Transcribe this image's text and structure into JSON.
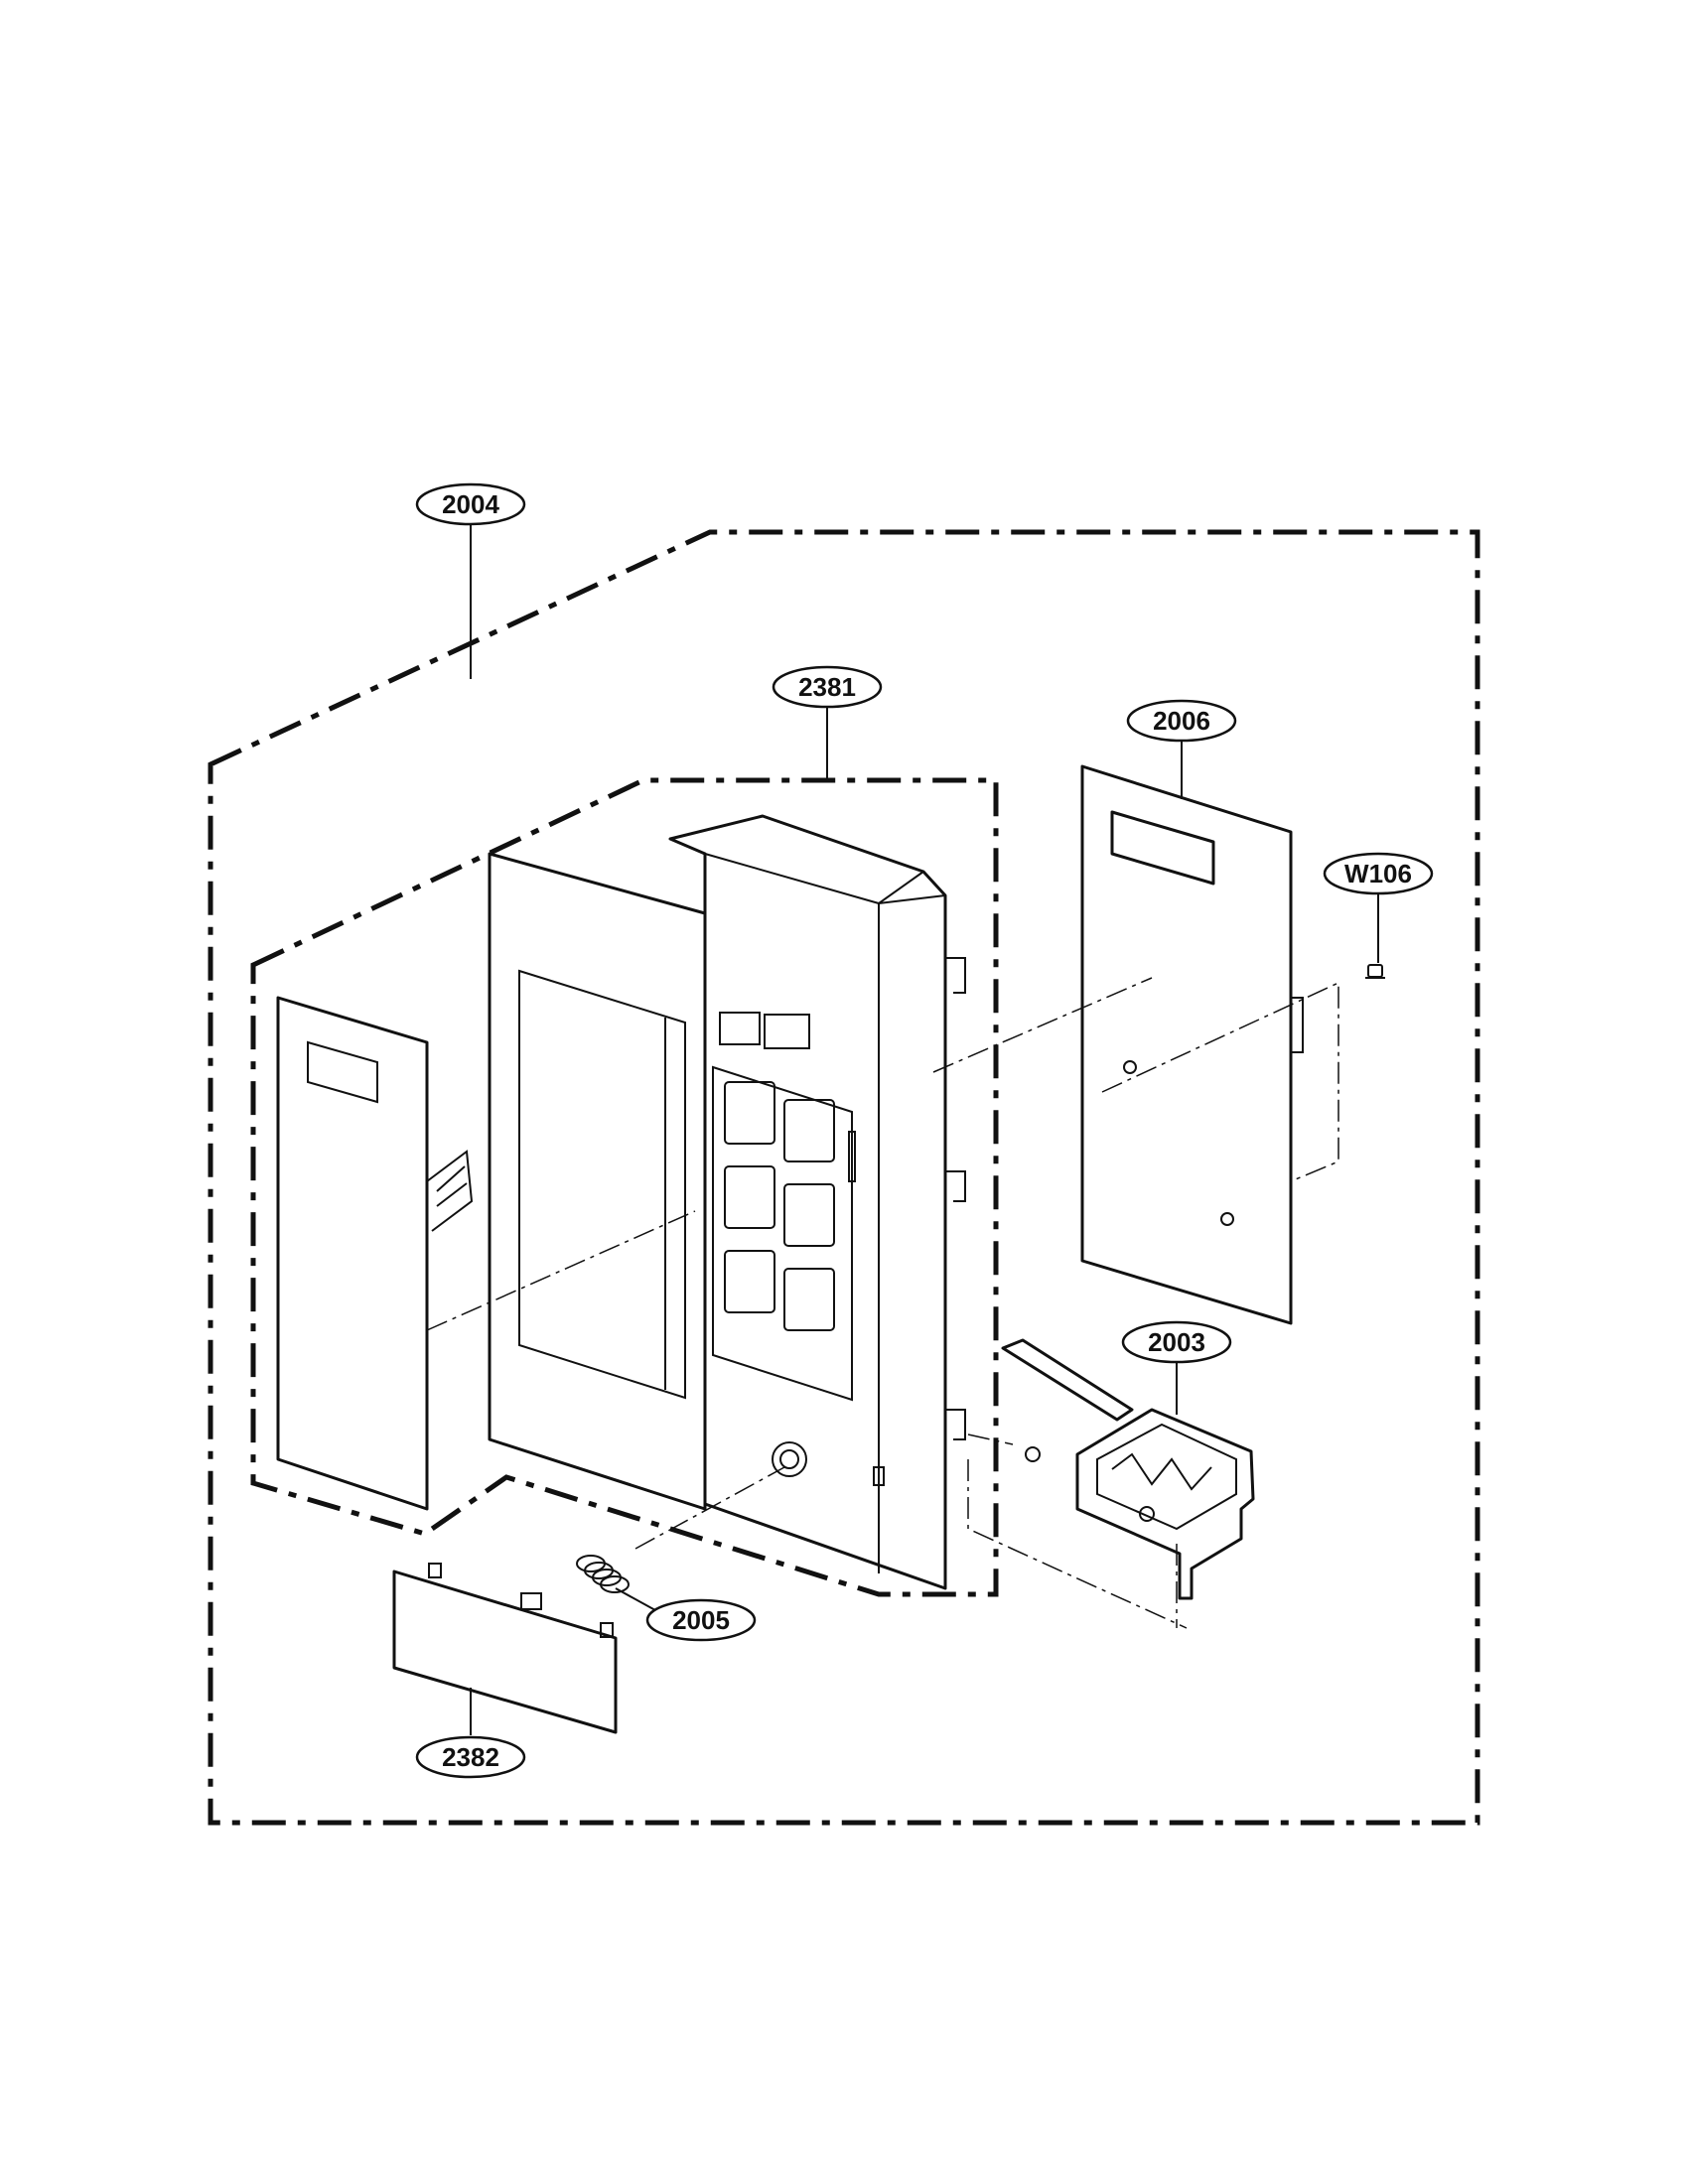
{
  "diagram": {
    "callouts": [
      {
        "id": "2004",
        "label": "2004"
      },
      {
        "id": "2381",
        "label": "2381"
      },
      {
        "id": "2006",
        "label": "2006"
      },
      {
        "id": "W106",
        "label": "W106"
      },
      {
        "id": "2003",
        "label": "2003"
      },
      {
        "id": "2005",
        "label": "2005"
      },
      {
        "id": "2382",
        "label": "2382"
      }
    ]
  }
}
